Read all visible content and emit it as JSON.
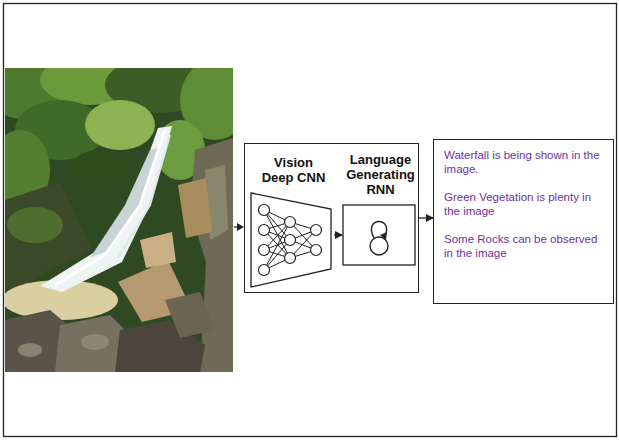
{
  "diagram": {
    "nodes": [
      {
        "text": []
      },
      {
        "text": [
          "Vision Deep CNN"
        ],
        "in": 0
      },
      {
        "text": [
          "Language Generating RNN"
        ],
        "in": 0
      },
      {
        "text": [
          "Waterfall is being shown in the image.",
          "Green Vegetation is plenty in the image",
          "Some Rocks can be observed in the image"
        ]
      }
    ],
    "edges": [
      {
        "from": 1,
        "to": 2,
        "arrow": "to"
      },
      {
        "from": 0,
        "to": 3,
        "arrow": "to"
      }
    ]
  }
}
